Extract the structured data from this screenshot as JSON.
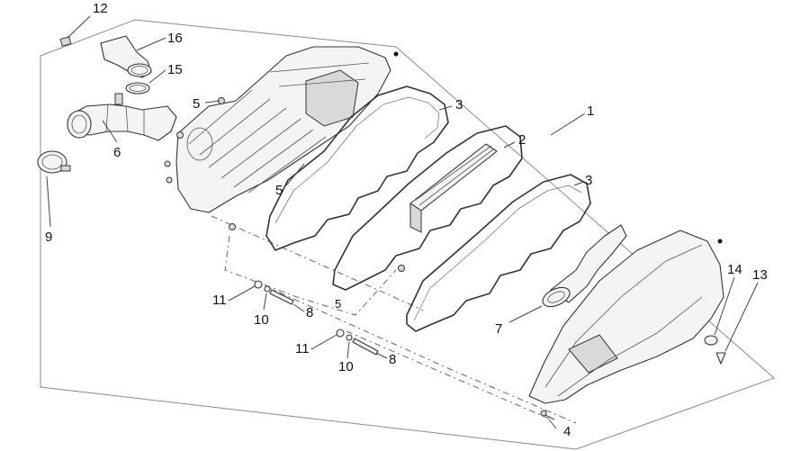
{
  "callouts": {
    "c12": "12",
    "c16": "16",
    "c15": "15",
    "c5a": "5",
    "c5b": "5",
    "c5c": "5",
    "c6": "6",
    "c9": "9",
    "c3a": "3",
    "c3b": "3",
    "c2": "2",
    "c1": "1",
    "c7": "7",
    "c4": "4",
    "c14": "14",
    "c13": "13",
    "c11a": "11",
    "c10a": "10",
    "c8a": "8",
    "c11b": "11",
    "c10b": "10",
    "c8b": "8"
  }
}
